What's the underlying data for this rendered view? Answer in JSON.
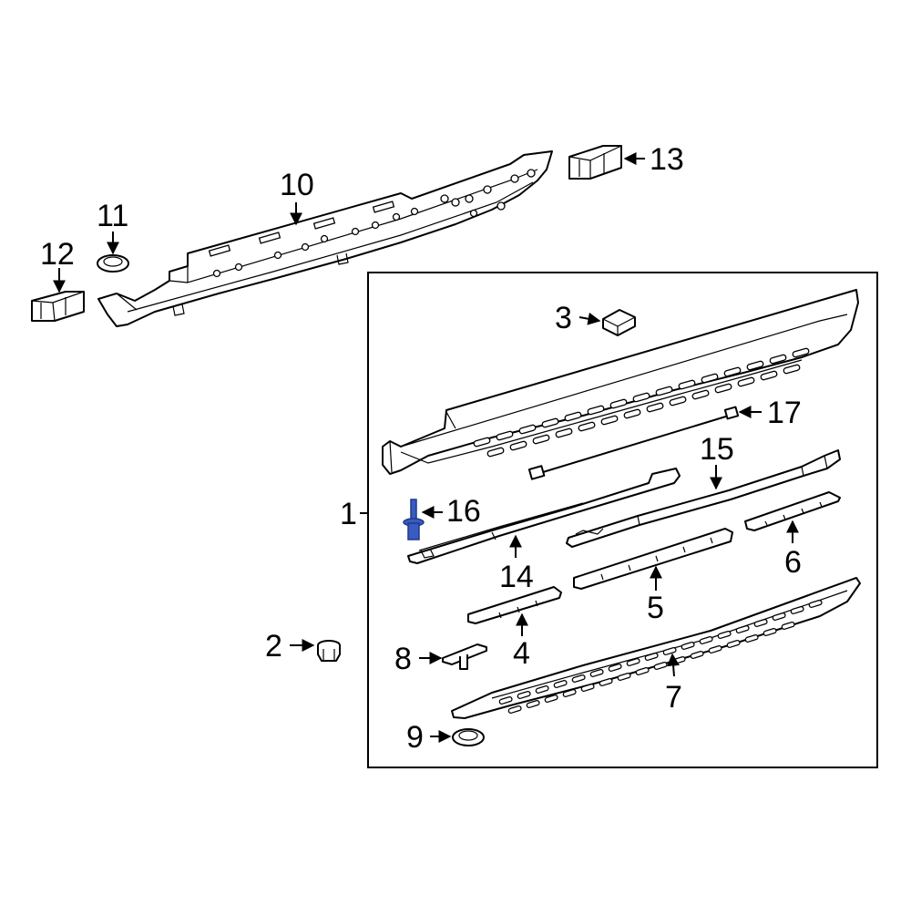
{
  "diagram": {
    "colors": {
      "line": "#000000",
      "background": "#ffffff",
      "highlight": "#3a5bbf",
      "highlight_dark": "#1f3a8a"
    },
    "callouts": [
      {
        "id": "c1",
        "text": "1",
        "target": "assembly-frame"
      },
      {
        "id": "c2",
        "text": "2",
        "target": "nut"
      },
      {
        "id": "c3",
        "text": "3",
        "target": "pad"
      },
      {
        "id": "c4",
        "text": "4",
        "target": "step-pad-small"
      },
      {
        "id": "c5",
        "text": "5",
        "target": "step-pad-center"
      },
      {
        "id": "c6",
        "text": "6",
        "target": "step-pad-rear"
      },
      {
        "id": "c7",
        "text": "7",
        "target": "trim-molding"
      },
      {
        "id": "c8",
        "text": "8",
        "target": "stud-clip"
      },
      {
        "id": "c9",
        "text": "9",
        "target": "grommet-lower"
      },
      {
        "id": "c10",
        "text": "10",
        "target": "rocker-reinforcement"
      },
      {
        "id": "c11",
        "text": "11",
        "target": "grommet-upper"
      },
      {
        "id": "c12",
        "text": "12",
        "target": "end-block-front"
      },
      {
        "id": "c13",
        "text": "13",
        "target": "end-block-rear"
      },
      {
        "id": "c14",
        "text": "14",
        "target": "front-bracket"
      },
      {
        "id": "c15",
        "text": "15",
        "target": "rear-bracket"
      },
      {
        "id": "c16",
        "text": "16",
        "target": "rivet"
      },
      {
        "id": "c17",
        "text": "17",
        "target": "wire-harness"
      }
    ]
  }
}
